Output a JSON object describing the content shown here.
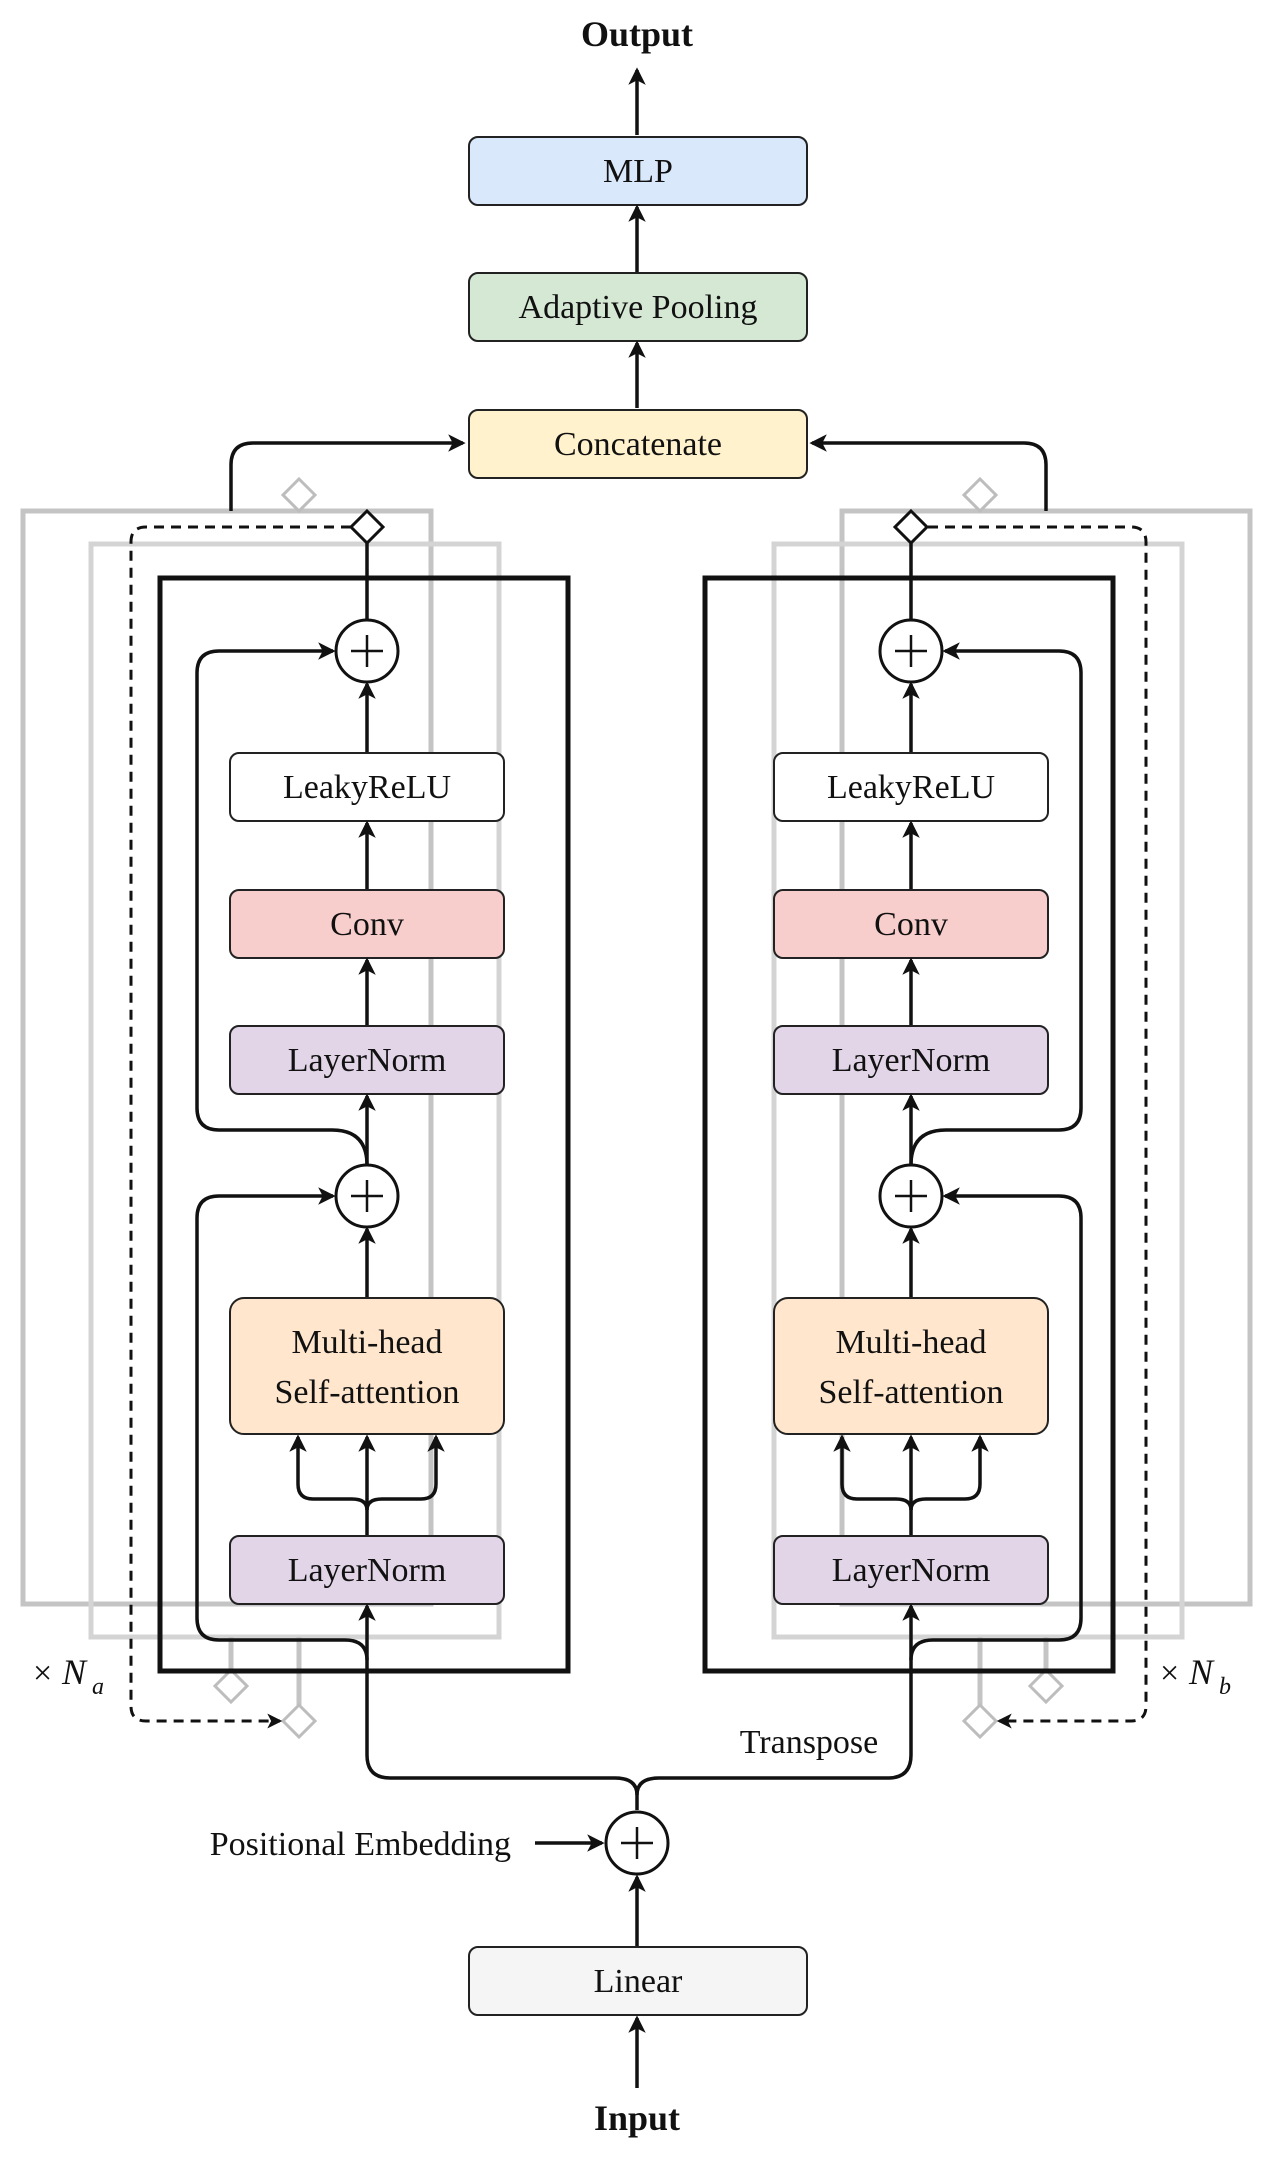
{
  "title_output": "Output",
  "title_input": "Input",
  "top": {
    "mlp": "MLP",
    "pooling": "Adaptive Pooling",
    "concat": "Concatenate"
  },
  "bottom": {
    "linear": "Linear",
    "pos_embedding": "Positional Embedding",
    "transpose": "Transpose"
  },
  "branch_a": {
    "leaky": "LeakyReLU",
    "conv": "Conv",
    "layernorm_top": "LayerNorm",
    "mhsa_line1": "Multi-head",
    "mhsa_line2": "Self-attention",
    "layernorm_bottom": "LayerNorm",
    "repeat_x": "×",
    "repeat_n": "N",
    "repeat_sub": "a"
  },
  "branch_b": {
    "leaky": "LeakyReLU",
    "conv": "Conv",
    "layernorm_top": "LayerNorm",
    "mhsa_line1": "Multi-head",
    "mhsa_line2": "Self-attention",
    "layernorm_bottom": "LayerNorm",
    "repeat_x": "×",
    "repeat_n": "N",
    "repeat_sub": "b"
  },
  "colors": {
    "mlp": "#dae8fc",
    "pooling": "#d5e8d4",
    "concat": "#fff2cc",
    "leaky": "#ffffff",
    "conv": "#f8cecc",
    "layernorm": "#e1d5e7",
    "mhsa": "#ffe6cc",
    "linear": "#f5f5f5"
  }
}
